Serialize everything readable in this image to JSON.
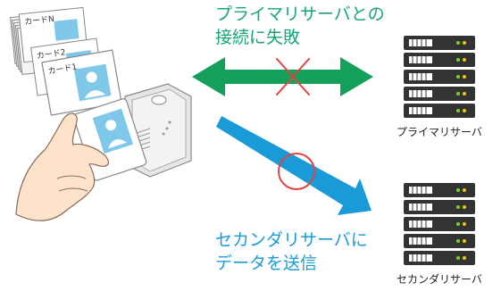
{
  "cards": {
    "card_n": "カードN",
    "card_2": "カード2",
    "card_1": "カード1"
  },
  "failure_message": {
    "line1": "プライマリサーバとの",
    "line2": "接続に失敗"
  },
  "success_message": {
    "line1": "セカンダリサーバに",
    "line2": "データを送信"
  },
  "servers": {
    "primary_label": "プライマリサーバ",
    "secondary_label": "セカンダリサーバ"
  },
  "colors": {
    "green_arrow": "#14a05a",
    "blue_arrow": "#1a9bd7",
    "failure_mark": "#e0443e",
    "server_body": "#333333",
    "led_green": "#7ed321",
    "led_yellow": "#f5c518",
    "skin": "#fde3cc"
  },
  "icons": {
    "cross_mark": "cross-icon",
    "circle_mark": "circle-icon",
    "person_avatar": "person-icon"
  }
}
